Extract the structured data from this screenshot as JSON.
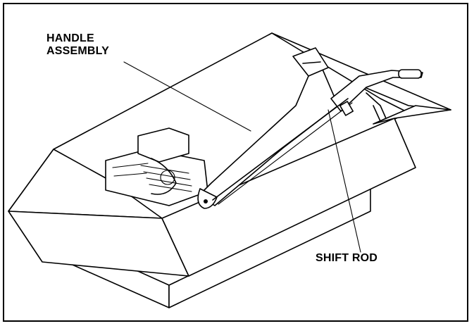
{
  "callouts": {
    "handle_assembly_line1": "HANDLE",
    "handle_assembly_line2": "ASSEMBLY",
    "shift_rod": "SHIFT ROD"
  }
}
